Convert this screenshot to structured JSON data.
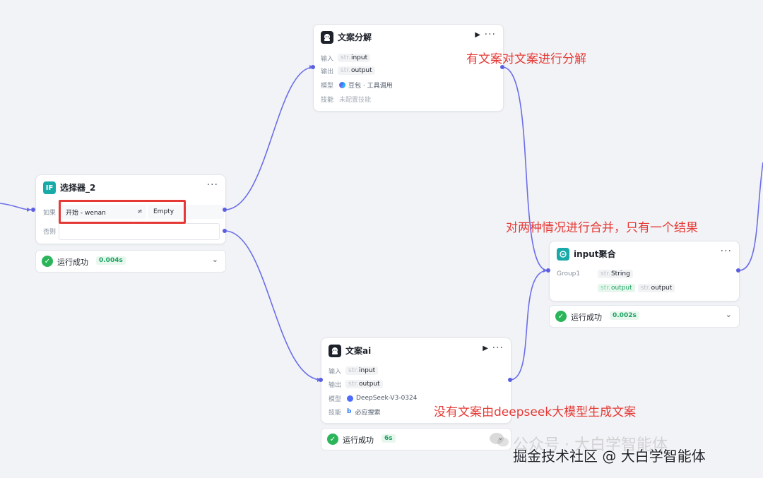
{
  "colors": {
    "edge": "#6b6ee8",
    "annotation": "#e53935",
    "success": "#2bb55a",
    "teal": "#18a9a9"
  },
  "node_split": {
    "title": "文案分解",
    "input_label": "输入",
    "input_type": "str.",
    "input_name": "input",
    "output_label": "输出",
    "output_type": "str.",
    "output_name": "output",
    "model_label": "模型",
    "model_name": "豆包 · 工具调用",
    "skill_label": "技能",
    "skill_value": "未配置技能"
  },
  "node_selector": {
    "title": "选择器_2",
    "if_label": "如果",
    "field": "开始 - wenan",
    "operator": "≠",
    "value": "Empty",
    "else_label": "否则",
    "status_text": "运行成功",
    "status_time": "0.004s"
  },
  "node_merge": {
    "title": "input聚合",
    "group_label": "Group1",
    "group_type": "str.",
    "group_type_name": "String",
    "var1_type": "str.",
    "var1_name": "output",
    "var2_type": "str.",
    "var2_name": "output",
    "status_text": "运行成功",
    "status_time": "0.002s"
  },
  "node_ai": {
    "title": "文案ai",
    "input_label": "输入",
    "input_type": "str.",
    "input_name": "input",
    "output_label": "输出",
    "output_type": "str.",
    "output_name": "output",
    "model_label": "模型",
    "model_name": "DeepSeek-V3-0324",
    "skill_label": "技能",
    "skill_value": "必应搜索",
    "status_text": "运行成功",
    "status_time": "6s"
  },
  "annotations": {
    "split": "有文案对文案进行分解",
    "merge": "对两种情况进行合并，只有一个结果",
    "ai": "没有文案由deepseek大模型生成文案"
  },
  "watermark": {
    "line1": "公众号 · 大白学智能体",
    "line2": "掘金技术社区 @ 大白学智能体"
  },
  "icons": {
    "llm": "robot-icon",
    "selector": "if-icon",
    "merge": "merge-icon",
    "more": "more-icon",
    "run": "play-icon",
    "success": "check-icon"
  }
}
